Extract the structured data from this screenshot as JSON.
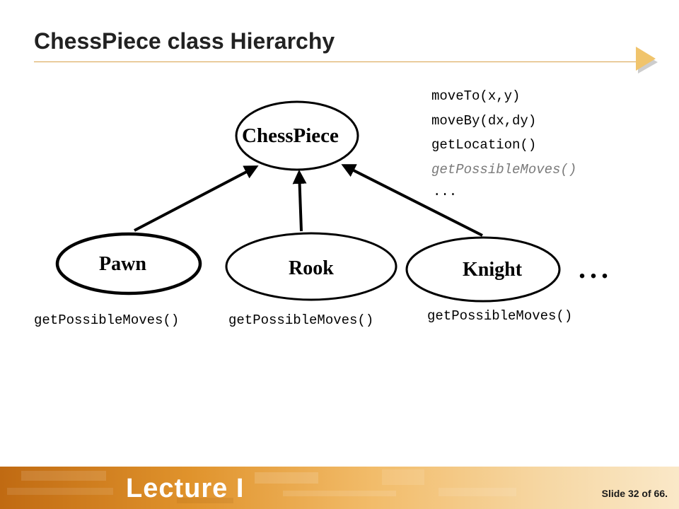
{
  "slide": {
    "title": "ChessPiece class Hierarchy"
  },
  "diagram": {
    "root": {
      "label": "ChessPiece",
      "methods": [
        "moveTo(x,y)",
        "moveBy(dx,dy)",
        "getLocation()"
      ],
      "abstract_method": "getPossibleMoves()",
      "more": "..."
    },
    "children": [
      {
        "label": "Pawn",
        "method": "getPossibleMoves()"
      },
      {
        "label": "Rook",
        "method": "getPossibleMoves()"
      },
      {
        "label": "Knight",
        "method": "getPossibleMoves()"
      }
    ],
    "more_children": "..."
  },
  "footer": {
    "brand": "Lecture I",
    "slide_counter": "Slide 32 of 66."
  },
  "colors": {
    "accent": "#d8a14a",
    "footer_orange": "#e0932c",
    "abstract_method": "#7a7a7a"
  }
}
